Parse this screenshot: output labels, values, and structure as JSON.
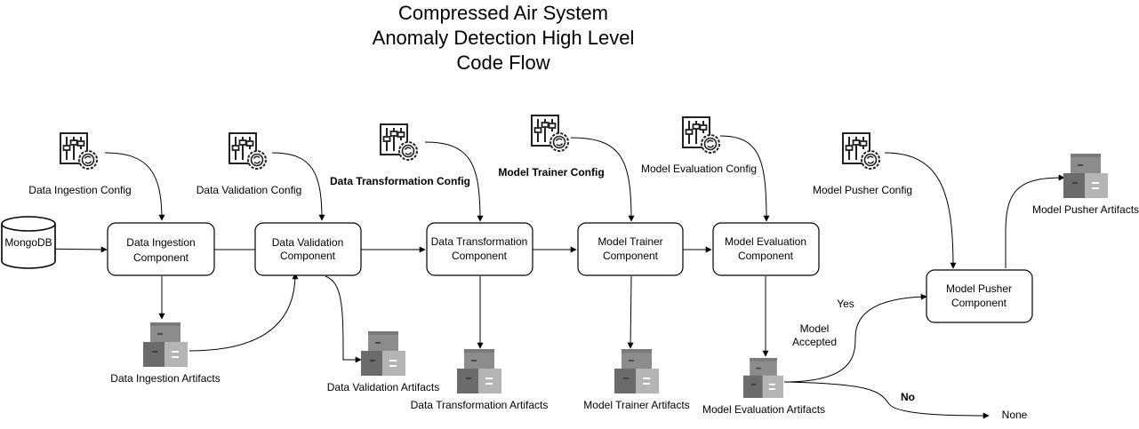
{
  "title": {
    "line1": "Compressed Air System",
    "line2": "Anomaly Detection High Level",
    "line3": "Code Flow"
  },
  "source": "MongoDB",
  "components": {
    "ingestion": [
      "Data Ingestion",
      "Component"
    ],
    "validation": [
      "Data Validation",
      "Component"
    ],
    "transformation": [
      "Data Transformation",
      "Component"
    ],
    "trainer": [
      "Model Trainer",
      "Component"
    ],
    "evaluation": [
      "Model Evaluation",
      "Component"
    ],
    "pusher": [
      "Model Pusher",
      "Component"
    ]
  },
  "configs": {
    "ingestion": "Data Ingestion Config",
    "validation": "Data Validation Config",
    "transformation": "Data Transformation Config",
    "trainer": "Model Trainer Config",
    "evaluation": "Model Evaluation Config",
    "pusher": "Model Pusher Config"
  },
  "artifacts": {
    "ingestion": "Data Ingestion Artifacts",
    "validation": "Data Validation Artifacts",
    "transformation": "Data Transformation Artifacts",
    "trainer": "Model Trainer Artifacts",
    "evaluation": "Model Evaluation Artifacts",
    "pusher": "Model Pusher Artifacts"
  },
  "decision": {
    "label_line1": "Model",
    "label_line2": "Accepted",
    "yes": "Yes",
    "no": "No",
    "none": "None"
  },
  "icons": {
    "config": "config-sliders-gear-icon",
    "artifact": "artifact-boxes-icon",
    "database": "database-cylinder-icon"
  },
  "colors": {
    "stroke": "#000000",
    "box_fill": "#ffffff",
    "artifact_dark": "#6b6b6b",
    "artifact_mid": "#8c8c8c",
    "artifact_light": "#b5b5b5"
  }
}
